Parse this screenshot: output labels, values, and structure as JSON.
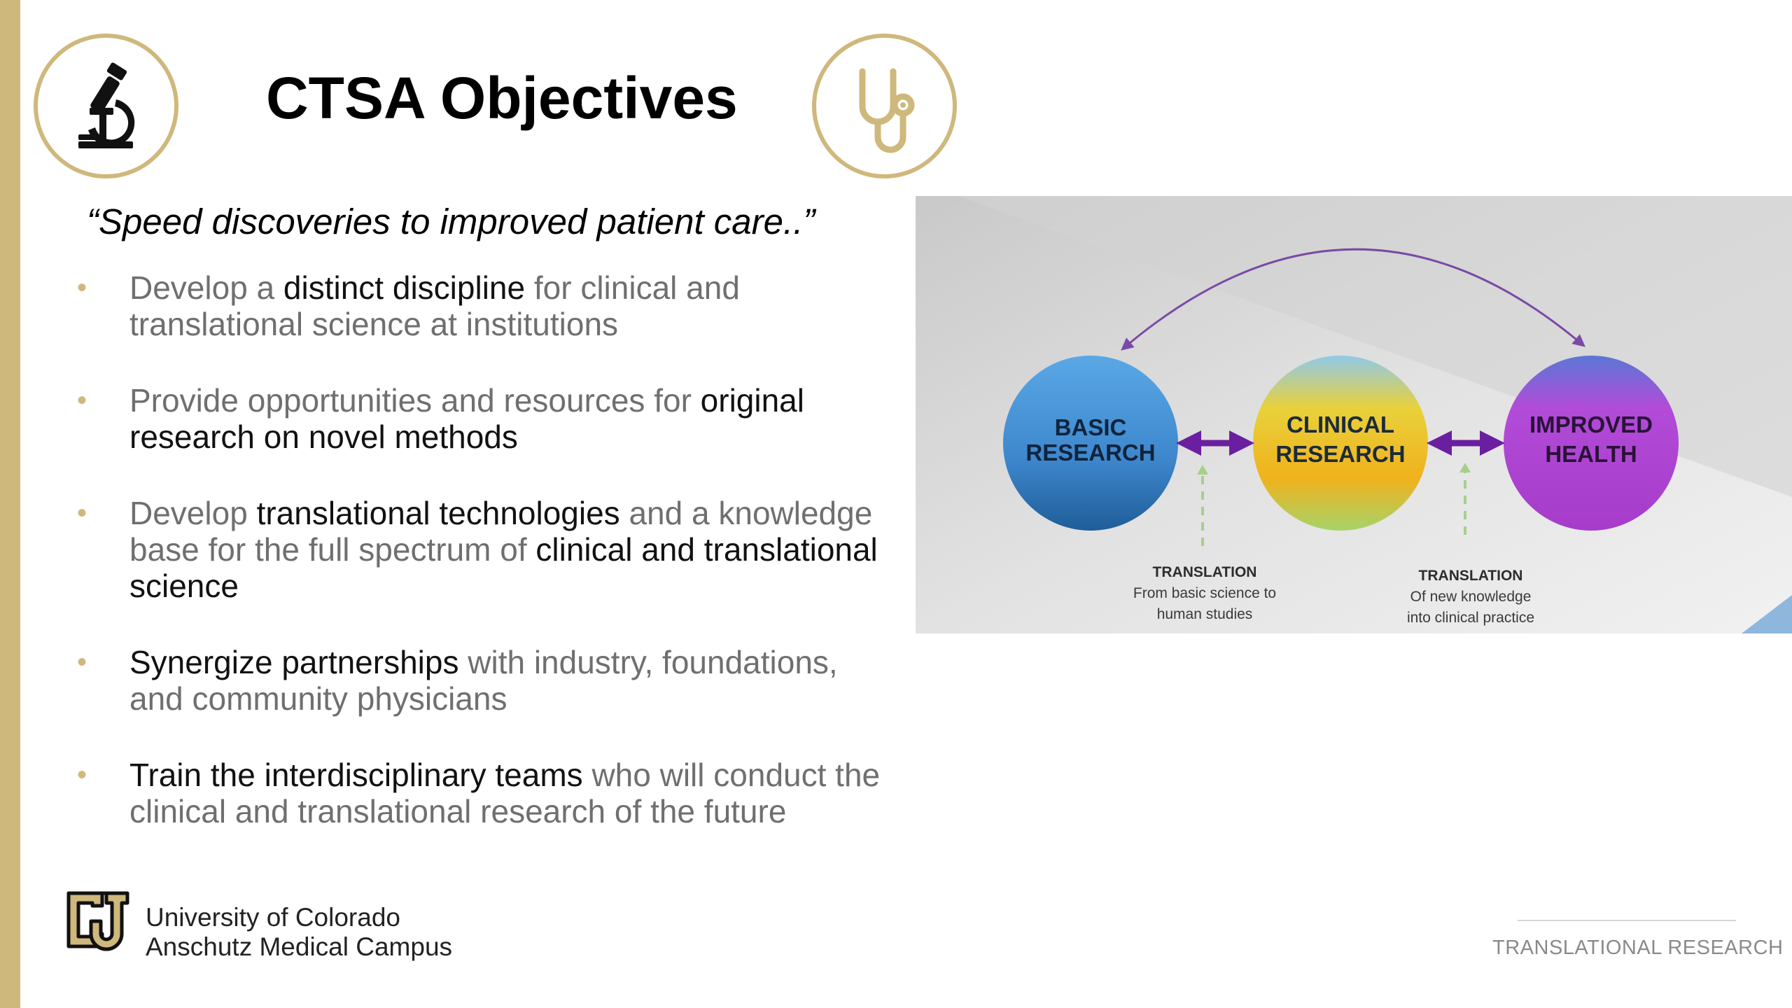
{
  "slide": {
    "title": "CTSA Objectives",
    "quote": "“Speed discoveries to improved patient care..”",
    "icons": [
      "microscope-icon",
      "stethoscope-icon"
    ],
    "bullets": [
      {
        "parts": [
          {
            "text": "Develop a ",
            "emphasis": false
          },
          {
            "text": "distinct discipline",
            "emphasis": true
          },
          {
            "text": " for clinical and translational science at institutions",
            "emphasis": false
          }
        ]
      },
      {
        "parts": [
          {
            "text": "Provide opportunities and resources for ",
            "emphasis": false
          },
          {
            "text": "original research on novel methods",
            "emphasis": true
          }
        ]
      },
      {
        "parts": [
          {
            "text": "Develop ",
            "emphasis": false
          },
          {
            "text": "translational technologies",
            "emphasis": true
          },
          {
            "text": " and a knowledge base for the full spectrum of ",
            "emphasis": false
          },
          {
            "text": "clinical and translational science",
            "emphasis": true
          }
        ]
      },
      {
        "parts": [
          {
            "text": "Synergize partnerships",
            "emphasis": true
          },
          {
            "text": " with industry, foundations, and community physicians",
            "emphasis": false
          }
        ]
      },
      {
        "parts": [
          {
            "text": "Train the interdisciplinary teams",
            "emphasis": true
          },
          {
            "text": " who will conduct the clinical and translational research of the future",
            "emphasis": false
          }
        ]
      }
    ],
    "bullet_glyph": "•",
    "diagram": {
      "circles": [
        {
          "line1": "BASIC",
          "line2": "RESEARCH"
        },
        {
          "line1": "CLINICAL",
          "line2": "RESEARCH"
        },
        {
          "line1": "IMPROVED",
          "line2": "HEALTH"
        }
      ],
      "translations": [
        {
          "heading": "TRANSLATION",
          "line1": "From basic science to",
          "line2": "human studies"
        },
        {
          "heading": "TRANSLATION",
          "line1": "Of new knowledge",
          "line2": "into clinical practice"
        }
      ]
    },
    "institution": {
      "line1": "University of Colorado",
      "line2": "Anschutz Medical Campus",
      "logo": "cu-logo-icon"
    },
    "footer": "TRANSLATIONAL RESEARCH",
    "colors": {
      "accent": "#cfb87c",
      "arrow": "#6a1fa0",
      "text_dark": "#111111",
      "text_gray": "#6f6f6f"
    }
  }
}
